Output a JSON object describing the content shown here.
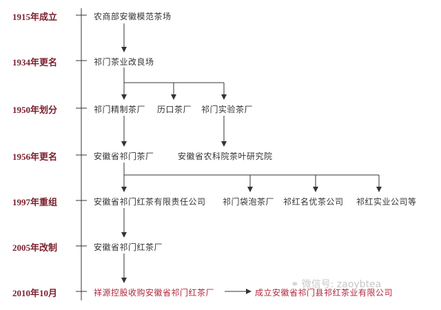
{
  "timeline": [
    {
      "year": "1915年成立",
      "nodes": [
        "农商部安徽模范茶场"
      ]
    },
    {
      "year": "1934年更名",
      "nodes": [
        "祁门茶业改良场"
      ]
    },
    {
      "year": "1950年划分",
      "nodes": [
        "祁门精制茶厂",
        "历口茶厂",
        "祁门实验茶厂"
      ]
    },
    {
      "year": "1956年更名",
      "nodes": [
        "安徽省祁门茶厂",
        "安徽省农科院茶叶研究院"
      ]
    },
    {
      "year": "1997年重组",
      "nodes": [
        "安徽省祁门红茶有限责任公司",
        "祁门袋泡茶厂",
        "祁红名优茶公司",
        "祁红实业公司等"
      ]
    },
    {
      "year": "2005年改制",
      "nodes": [
        "安徽省祁门红茶厂"
      ]
    },
    {
      "year": "2010年10月",
      "nodes": [
        "祥源控股收购安徽省祁门红茶厂",
        "成立安徽省祁门县祁红茶业有限公司"
      ]
    }
  ],
  "watermark": {
    "text": "微信号: zaoybtea",
    "icon": "wechat-icon"
  },
  "colors": {
    "year": "#7a1f2c",
    "highlight": "#b0283c",
    "text": "#333333",
    "line": "#333333"
  }
}
